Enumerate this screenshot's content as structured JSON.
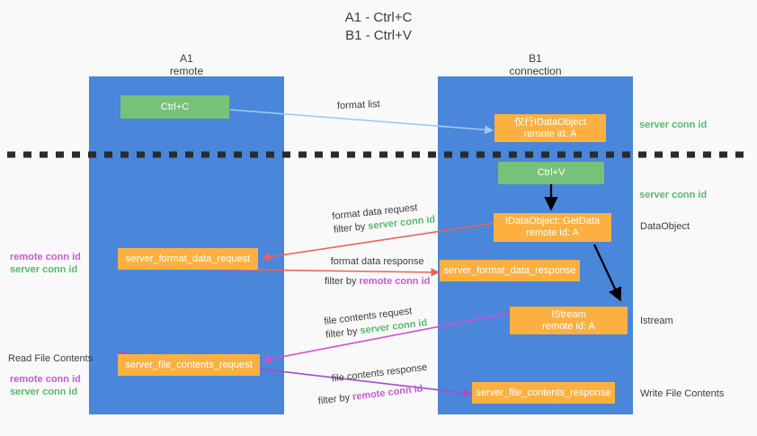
{
  "title": {
    "line1": "A1 - Ctrl+C",
    "line2": "B1 - Ctrl+V"
  },
  "columns": [
    {
      "name": "A1",
      "role": "remote"
    },
    {
      "name": "B1",
      "role": "connection"
    }
  ],
  "boxes": {
    "ctrl_c": "Ctrl+C",
    "ctrl_v": "Ctrl+V",
    "idataobject": {
      "line1": "仅行IDataObject",
      "line2": "remote id: A"
    },
    "getdata": {
      "line1": "IDataObject::GetData",
      "line2": "remote id: A"
    },
    "istream": {
      "line1": "IStream",
      "line2": "remote id: A"
    },
    "server_format_data_request": "server_format_data_request",
    "server_format_data_response": "server_format_data_response",
    "server_file_contents_request": "server_file_contents_request",
    "server_file_contents_response": "server_file_contents_response"
  },
  "edges": {
    "format_list": "format list",
    "format_data_request": "format data request",
    "format_data_request_filter_prefix": "filter by ",
    "format_data_request_filter_key": "server conn id",
    "format_data_response": "format data response",
    "format_data_response_filter_prefix": "filter by ",
    "format_data_response_filter_key": "remote conn id",
    "file_contents_request": "file contents request",
    "file_contents_request_filter_prefix": "filter by ",
    "file_contents_request_filter_key": "server conn id",
    "file_contents_response": "file contents response",
    "file_contents_response_filter_prefix": "filter by ",
    "file_contents_response_filter_key": "remote conn id"
  },
  "annotations": {
    "right_server_conn_id_top": "server conn id",
    "right_server_conn_id_mid": "server conn id",
    "right_dataobject": "DataObject",
    "right_istream": "Istream",
    "right_write_file_contents": "Write File Contents",
    "left_remote_conn_id_1": "remote conn id",
    "left_server_conn_id_1": "server conn id",
    "left_read_file_contents": "Read File Contents",
    "left_remote_conn_id_2": "remote conn id",
    "left_server_conn_id_2": "server conn id"
  },
  "colors": {
    "lane": "#4a86da",
    "green_box": "#77c279",
    "orange_box": "#fcb040",
    "green_text": "#58b96a",
    "purple_text": "#c45bd4",
    "arrow_light_blue": "#9ecbef",
    "arrow_red": "#e8635c",
    "arrow_magenta": "#d14fd1",
    "arrow_purple": "#a050c8",
    "arrow_black": "#000000",
    "background": "#f9f9f9"
  }
}
